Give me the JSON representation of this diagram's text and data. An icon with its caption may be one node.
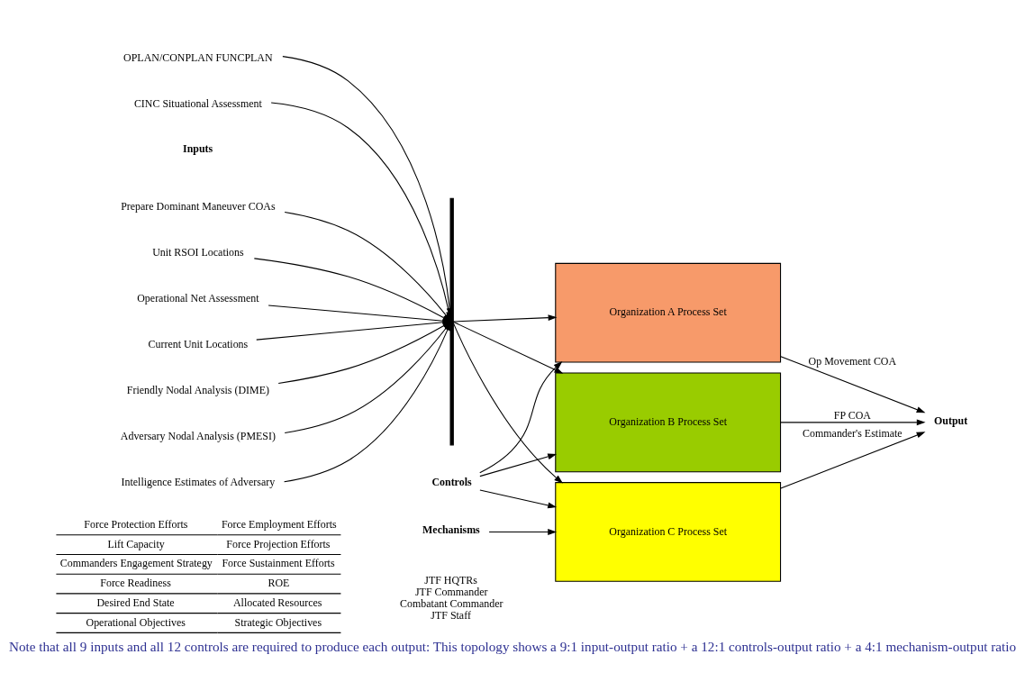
{
  "diagram": {
    "caption": "Note that all 9 inputs and all 12 controls are required to produce each output: This topology shows a 9:1 input-output ratio + a 12:1 controls-output ratio + a 4:1 mechanism-output ratio",
    "nodes": [
      {
        "text": [
          "Organization A Process Set"
        ]
      },
      {
        "text": [
          "Organization B Process Set"
        ]
      },
      {
        "text": [
          "Organization C Process Set"
        ]
      },
      {
        "text": [
          "Prepare Dominant Maneuver COAs"
        ]
      },
      {
        "text": [
          "Unit RSOI Locations"
        ]
      },
      {
        "text": [
          "Operational Net Assessment"
        ]
      },
      {
        "text": [
          "Current Unit Locations"
        ]
      },
      {
        "text": [
          "Friendly Nodal Analysis (DIME)"
        ]
      },
      {
        "text": [
          "Adversary Nodal Analysis (PMESI)"
        ]
      },
      {
        "text": [
          "Intelligence Estimates of Adversary"
        ]
      },
      {
        "text": [
          "OPLAN/CONPLAN FUNCPLAN"
        ]
      },
      {
        "text": [
          "CINC Situational Assessment"
        ]
      },
      {
        "text": [],
        "shape": "bar"
      },
      {
        "text": [
          "Controls"
        ]
      },
      {
        "text": [
          "Mechanisms"
        ]
      },
      {
        "text": [
          "Output"
        ]
      }
    ],
    "edges": [
      {
        "from": 3,
        "to": 12,
        "arrow": "to"
      },
      {
        "from": 4,
        "to": 12,
        "arrow": "to"
      },
      {
        "from": 5,
        "to": 12,
        "arrow": "to"
      },
      {
        "from": 6,
        "to": 12,
        "arrow": "to"
      },
      {
        "from": 7,
        "to": 12,
        "arrow": "to"
      },
      {
        "from": 8,
        "to": 12,
        "arrow": "to"
      },
      {
        "from": 9,
        "to": 12,
        "arrow": "to"
      },
      {
        "from": 10,
        "to": 12,
        "arrow": "to"
      },
      {
        "from": 11,
        "to": 12,
        "arrow": "to"
      },
      {
        "from": 12,
        "to": 0,
        "arrow": "to"
      },
      {
        "from": 12,
        "to": 1,
        "arrow": "to"
      },
      {
        "from": 12,
        "to": 2,
        "arrow": "to"
      },
      {
        "from": 13,
        "to": 0,
        "arrow": "to"
      },
      {
        "from": 13,
        "to": 1,
        "arrow": "to"
      },
      {
        "from": 13,
        "to": 2,
        "arrow": "to"
      },
      {
        "from": 14,
        "to": 2,
        "arrow": "to"
      },
      {
        "from": 0,
        "to": 15,
        "arrow": "to",
        "label": "Op Movement COA"
      },
      {
        "from": 1,
        "to": 15,
        "arrow": "to",
        "label": "FP COA"
      },
      {
        "from": 2,
        "to": 15,
        "arrow": "to",
        "label": "Commander's Estimate"
      }
    ],
    "labels": [
      "Inputs",
      "Force Protection Efforts",
      "Force Employment Efforts",
      "Lift Capacity",
      "Force Projection Efforts",
      "Commanders Engagement Strategy",
      "Force Sustainment Efforts",
      "Force Readiness",
      "ROE",
      "Desired End State",
      "Allocated Resources",
      "Operational Objectives",
      "Strategic Objectives",
      "JTF HQTRs",
      "JTF Commander",
      "Combatant Commander",
      "JTF Staff"
    ]
  }
}
